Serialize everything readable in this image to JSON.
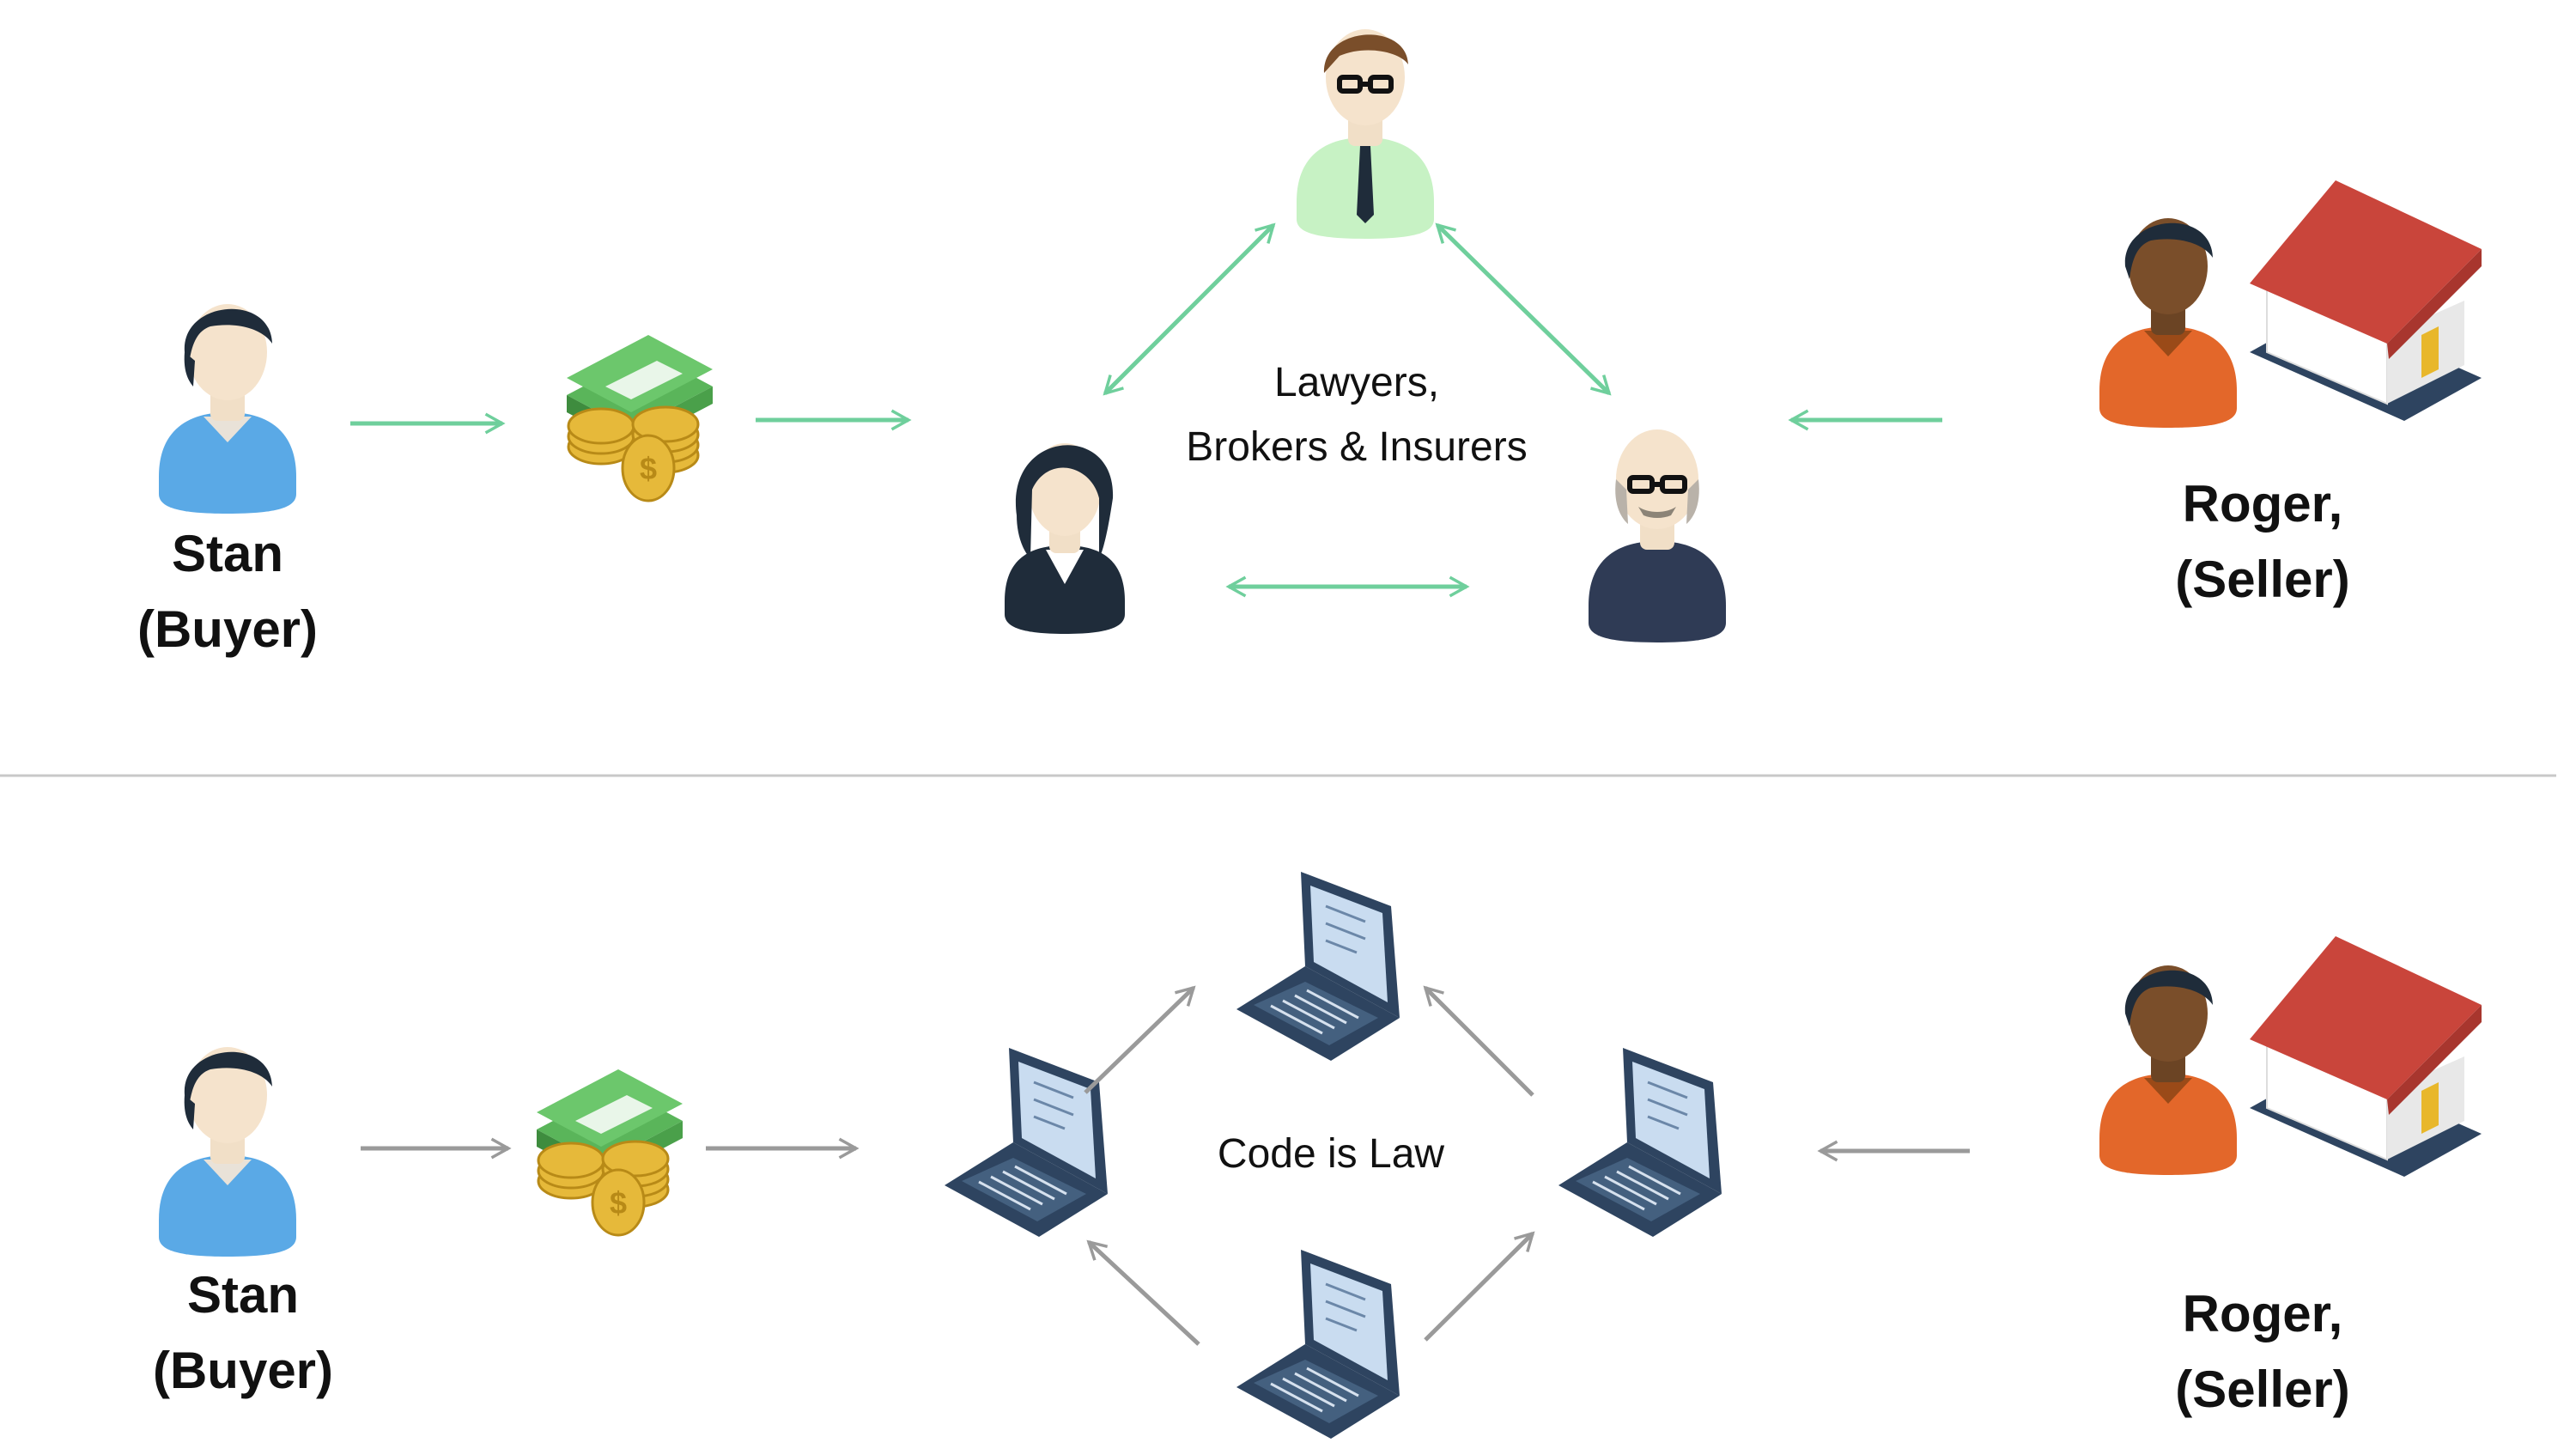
{
  "colors": {
    "traditional_arrow": "#6fcf9c",
    "code_arrow": "#9a9a9a",
    "divider": "#c8c8c8",
    "buyer_shirt": "#5aa9e6",
    "seller_shirt": "#e3672a",
    "roof": "#c9453b",
    "lawyer_shirt": "#c7f2c4",
    "broker_shirt": "#2f3b55",
    "laptop": "#2e4460",
    "money_green": "#5ab55a",
    "coin_gold": "#e6b93a"
  },
  "traditional": {
    "buyer_name": "Stan",
    "buyer_role": "(Buyer)",
    "seller_name": "Roger,",
    "seller_role": "(Seller)",
    "intermediaries_line1": "Lawyers,",
    "intermediaries_line2": "Brokers & Insurers",
    "icons": [
      "buyer-person-icon",
      "money-icon",
      "lawyer-icon",
      "insurer-icon",
      "broker-icon",
      "seller-person-icon",
      "house-icon"
    ]
  },
  "smart_contract": {
    "buyer_name": "Stan",
    "buyer_role": "(Buyer)",
    "seller_name": "Roger,",
    "seller_role": "(Seller)",
    "center_text": "Code is Law",
    "icons": [
      "buyer-person-icon",
      "money-icon",
      "laptop-icon",
      "laptop-icon",
      "laptop-icon",
      "laptop-icon",
      "seller-person-icon",
      "house-icon"
    ]
  }
}
